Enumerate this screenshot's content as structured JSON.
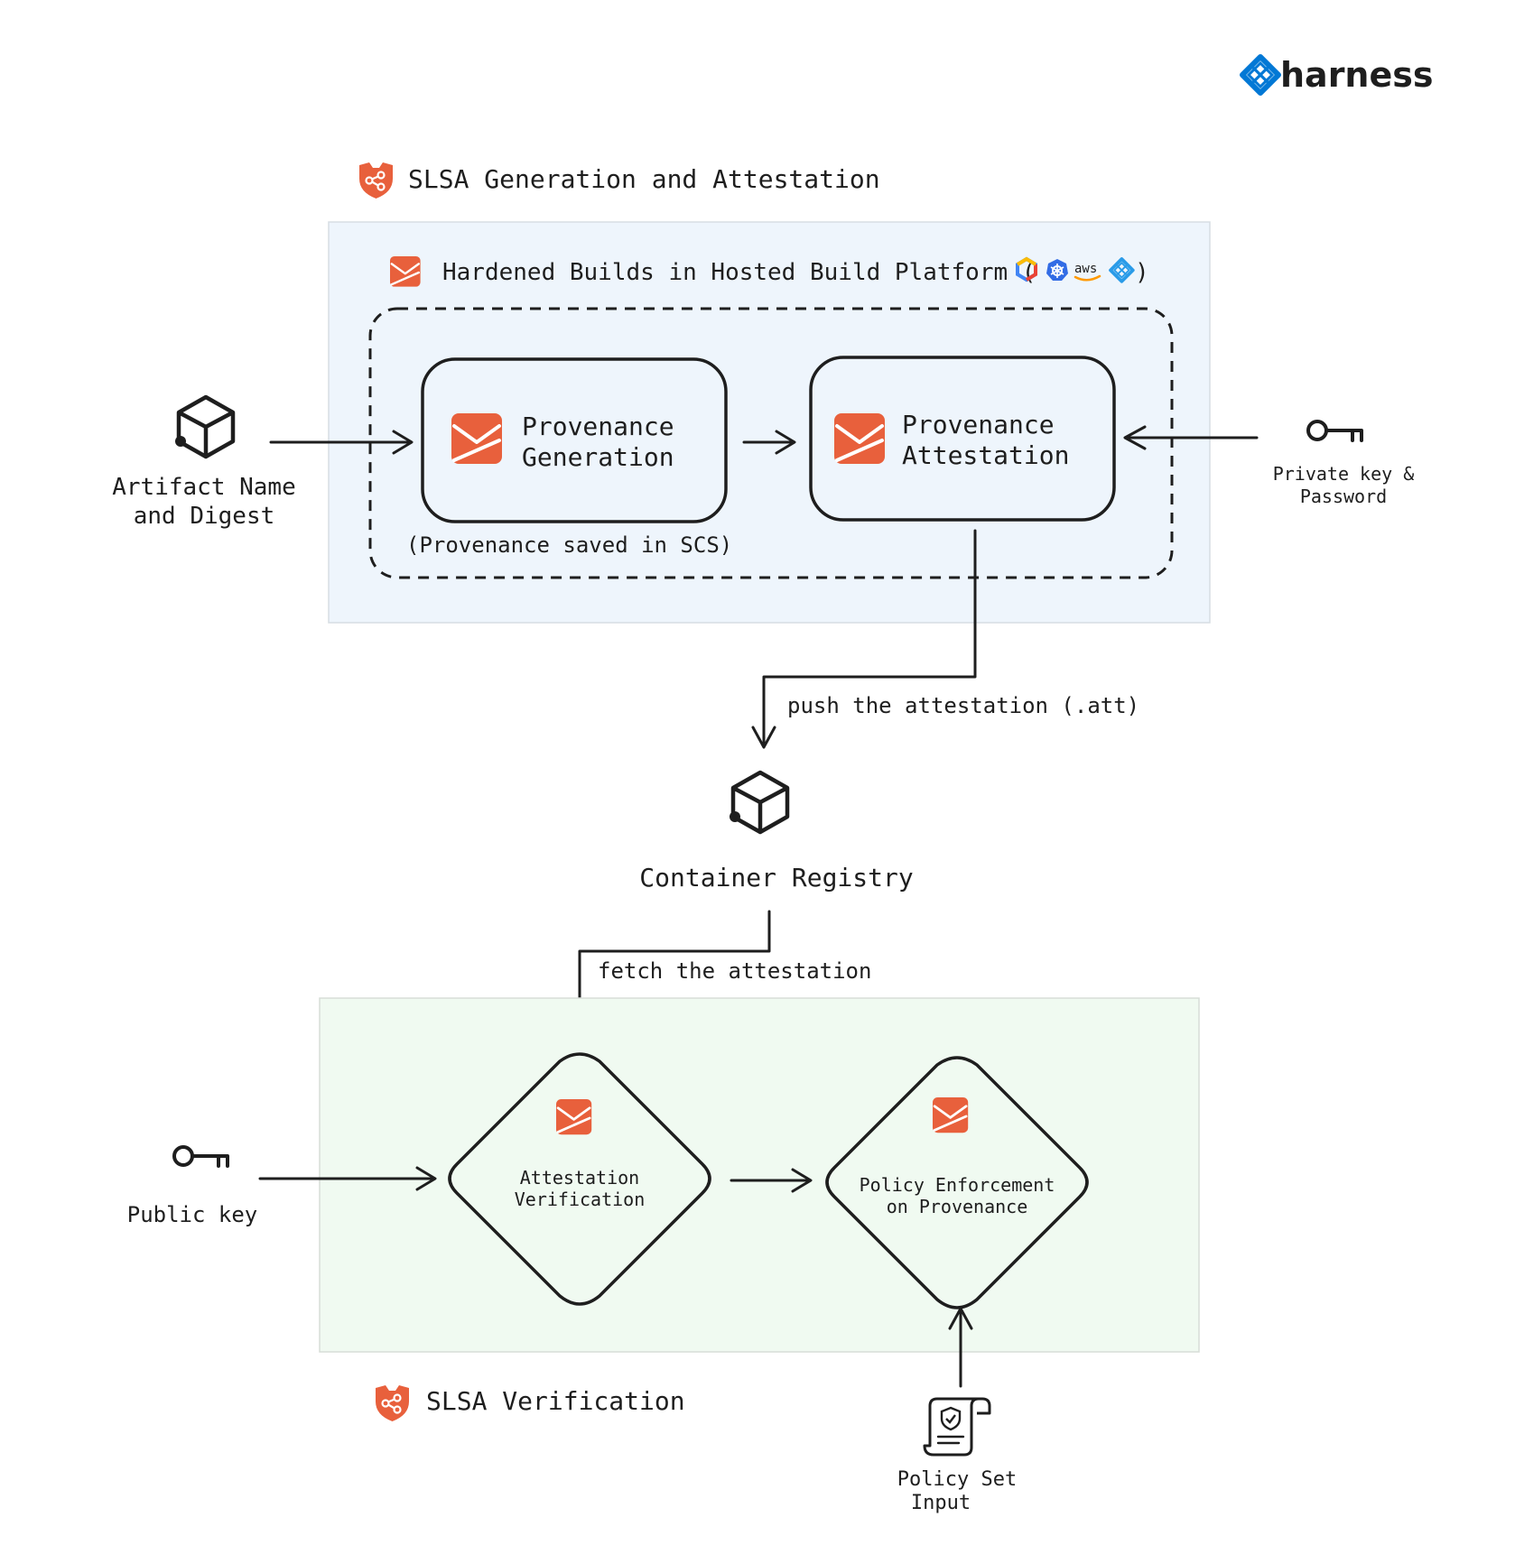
{
  "brand": {
    "name": "harness",
    "color": "#0278d5"
  },
  "colors": {
    "accent": "#e8603c",
    "build_bg": "#eef5fc",
    "verify_bg": "#f0faf1",
    "ink": "#1e1e1e"
  },
  "sections": {
    "generation": {
      "title": "SLSA Generation and Attestation",
      "icon": "slsa-shield-icon"
    },
    "platform": {
      "title": "Hardened Builds in Hosted Build Platform (",
      "close": ")",
      "platform_icons": [
        "google-cloud-icon",
        "kubernetes-icon",
        "aws-icon",
        "harness-icon"
      ],
      "aws_label": "aws"
    },
    "verification": {
      "title": "SLSA Verification",
      "icon": "slsa-shield-icon"
    }
  },
  "nodes": {
    "artifact": {
      "line1": "Artifact Name",
      "line2": "and Digest",
      "icon": "cube-icon"
    },
    "prov_gen": {
      "line1": "Provenance",
      "line2": "Generation"
    },
    "prov_saved": {
      "label": "(Provenance saved in SCS)"
    },
    "prov_att": {
      "line1": "Provenance",
      "line2": "Attestation"
    },
    "private_key": {
      "line1": "Private key &",
      "line2": "Password",
      "icon": "key-icon"
    },
    "registry": {
      "label": "Container Registry",
      "icon": "cube-icon"
    },
    "att_verify": {
      "line1": "Attestation",
      "line2": "Verification"
    },
    "policy": {
      "line1": "Policy Enforcement",
      "line2": "on Provenance"
    },
    "public_key": {
      "label": "Public key",
      "icon": "key-icon"
    },
    "policy_set": {
      "line1": "Policy Set",
      "line2": "Input",
      "icon": "policy-scroll-icon"
    }
  },
  "edges": {
    "push": "push the attestation (.att)",
    "fetch": "fetch the attestation"
  }
}
